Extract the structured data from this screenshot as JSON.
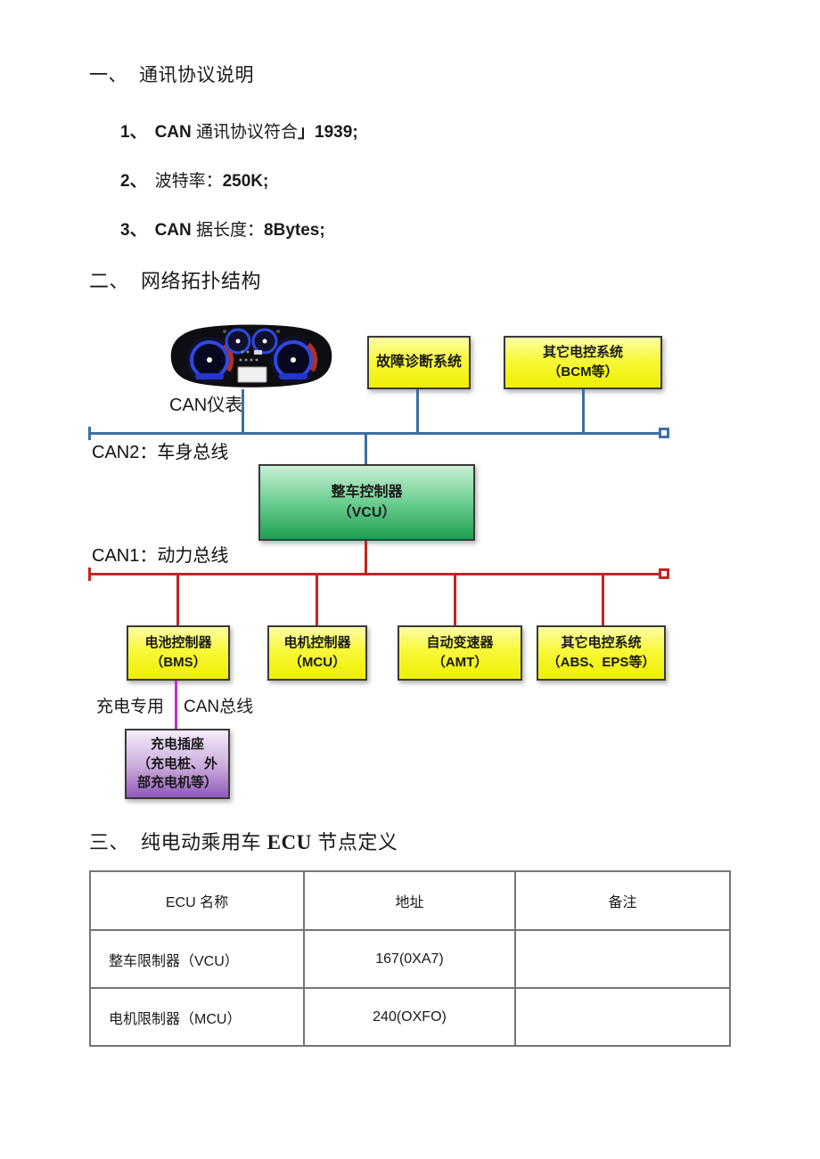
{
  "sections": {
    "s1": {
      "num": "一、",
      "title": "通讯协议说明",
      "items": [
        {
          "num": "1、",
          "latin": "CAN ",
          "text": "通讯协议符合",
          "tail": "」1939;"
        },
        {
          "num": "2、",
          "latin": "",
          "text": "波特率：",
          "tail": "250K;"
        },
        {
          "num": "3、",
          "latin": "CAN ",
          "text": "据长度：",
          "tail": "8Bytes;"
        }
      ]
    },
    "s2": {
      "num": "二、",
      "title": "网络拓扑结构"
    },
    "s3": {
      "num": "三、",
      "title_cn": "纯电动乘用车 ",
      "title_latin": "ECU",
      "title_tail": " 节点定义"
    }
  },
  "diagram": {
    "cluster_label": "CAN仪表",
    "can2_label": "CAN2：车身总线",
    "can1_label": "CAN1：动力总线",
    "charge_label_left": "充电专用",
    "charge_label_right": "CAN总线",
    "nodes": {
      "diagnosis": {
        "line1": "故障诊断系统"
      },
      "bcm": {
        "line1": "其它电控系统",
        "line2": "（BCM等）"
      },
      "vcu": {
        "line1": "整车控制器",
        "line2": "（VCU）"
      },
      "bms": {
        "line1": "电池控制器",
        "line2": "（BMS）"
      },
      "mcu": {
        "line1": "电机控制器",
        "line2": "（MCU）"
      },
      "amt": {
        "line1": "自动变速器",
        "line2": "（AMT）"
      },
      "abs_eps": {
        "line1": "其它电控系统",
        "line2": "（ABS、EPS等）"
      },
      "charger": {
        "line1": "充电插座",
        "line2": "（充电桩、外",
        "line3": "部充电机等）"
      }
    },
    "colors": {
      "can2_blue": "#3d6fa0",
      "can1_red": "#c32525",
      "charge_magenta": "#cb2bcb",
      "node_yellow": "#efef02",
      "vcu_green": "#1f9e52",
      "charger_purple": "#9158b9"
    }
  },
  "table": {
    "headers": [
      "ECU 名称",
      "地址",
      "备注"
    ],
    "rows": [
      {
        "name": "整车限制器（VCU）",
        "addr": "167(0XA7)",
        "note": ""
      },
      {
        "name": "电机限制器（MCU）",
        "addr": "240(OXFO)",
        "note": ""
      }
    ]
  }
}
